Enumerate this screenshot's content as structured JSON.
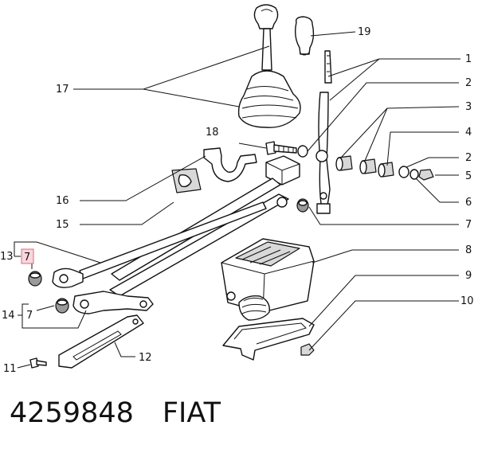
{
  "part_number": "4259848",
  "brand": "FIAT",
  "callouts": {
    "c1": "1",
    "c2a": "2",
    "c3": "3",
    "c4": "4",
    "c2b": "2",
    "c5": "5",
    "c6": "6",
    "c7a": "7",
    "c8": "8",
    "c9": "9",
    "c10": "10",
    "c11": "11",
    "c12": "12",
    "c13": "13",
    "c7b": "7",
    "c14": "14",
    "c7c": "7",
    "c15": "15",
    "c16": "16",
    "c17": "17",
    "c18": "18",
    "c19": "19"
  }
}
